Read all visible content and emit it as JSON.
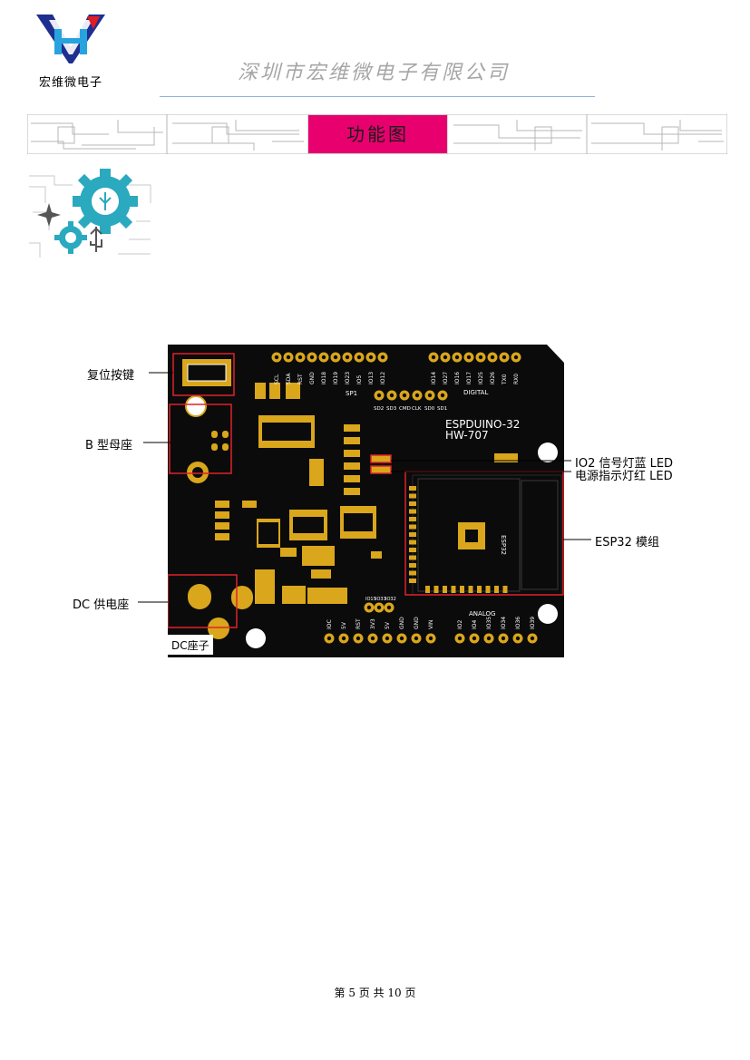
{
  "header": {
    "logo_text": "宏维微电子",
    "company_name": "深圳市宏维微电子有限公司"
  },
  "section": {
    "title": "功能图"
  },
  "board": {
    "name": "ESPDUINO-32",
    "model": "HW-707",
    "module_label": "ESP32",
    "dc_label": "DC座子",
    "top_pins": [
      "SCL",
      "SDA",
      "RST",
      "GND",
      "IO18",
      "IO19",
      "IO23",
      "IO5",
      "IO13",
      "IO12",
      "IO14",
      "IO27",
      "IO16",
      "IO17",
      "IO25",
      "IO26",
      "TX0",
      "RX0"
    ],
    "top_group_labels": [
      "SP1",
      "DIGITAL"
    ],
    "sd_pins": [
      "SD2",
      "SD3",
      "CMD",
      "CLK",
      "SD0",
      "SD1"
    ],
    "mid_pins": [
      "IO15",
      "IO33",
      "IO32"
    ],
    "power_pins": [
      "IOC",
      "5V",
      "RST",
      "3V3",
      "5V",
      "GND",
      "GND",
      "VIN"
    ],
    "analog_label": "ANALOG",
    "analog_pins": [
      "IO2",
      "IO4",
      "IO35",
      "IO34",
      "IO36",
      "IO39"
    ]
  },
  "callouts": {
    "reset": "复位按键",
    "usb_b": "B 型母座",
    "dc": "DC 供电座",
    "io2_led": "IO2 信号灯蓝 LED",
    "power_led": "电源指示灯红 LED",
    "esp32": "ESP32 模组"
  },
  "colors": {
    "pcb": "#0b0b0b",
    "pad_gold": "#d9a61c",
    "callout_red": "#e0232a",
    "banner_magenta": "#e8006e"
  },
  "footer": {
    "text": "第 5 页 共 10 页"
  }
}
